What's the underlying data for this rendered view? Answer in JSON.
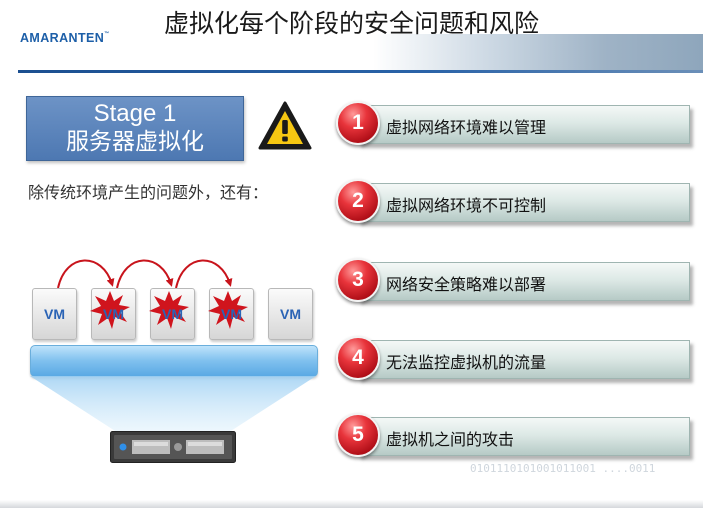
{
  "header": {
    "logo": "AMARANTEN",
    "logo_tm": "™",
    "title": "虚拟化每个阶段的安全问题和风险"
  },
  "stage": {
    "line1": "Stage 1",
    "line2": "服务器虚拟化"
  },
  "subtitle": "除传统环境产生的问题外，还有：",
  "diagram": {
    "vms": [
      {
        "label": "VM",
        "attacked": false
      },
      {
        "label": "VM",
        "attacked": true
      },
      {
        "label": "VM",
        "attacked": true
      },
      {
        "label": "VM",
        "attacked": true
      },
      {
        "label": "VM",
        "attacked": false
      }
    ]
  },
  "items": [
    {
      "number": "1",
      "text": "虚拟网络环境难以管理"
    },
    {
      "number": "2",
      "text": "虚拟网络环境不可控制"
    },
    {
      "number": "3",
      "text": "网络安全策略难以部署"
    },
    {
      "number": "4",
      "text": "无法监控虚拟机的流量"
    },
    {
      "number": "5",
      "text": "虚拟机之间的攻击"
    }
  ],
  "watermark": "0101110101001011001 ....0011",
  "colors": {
    "accent_blue": "#1d5fa8",
    "stage_blue": "#4d78b2",
    "number_red": "#d3232b",
    "attack_red": "#d0141d"
  }
}
